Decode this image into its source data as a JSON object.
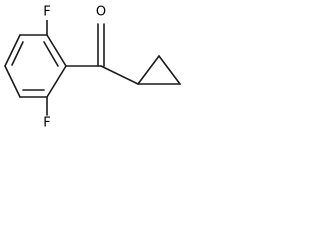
{
  "molecule": {
    "atoms": {
      "fluorine_top": "F",
      "fluorine_bottom": "F",
      "oxygen": "O"
    }
  }
}
